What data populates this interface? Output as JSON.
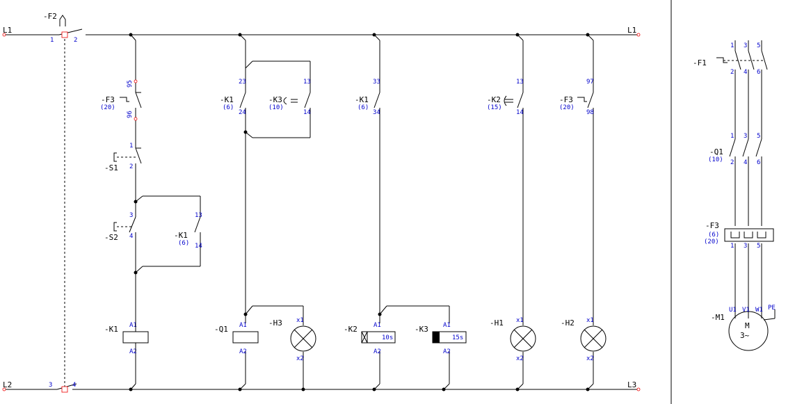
{
  "rails": {
    "l1_left": "L1",
    "l1_right": "L1",
    "l2_left": "L2",
    "l2_right": "L3"
  },
  "f2": {
    "tag": "-F2",
    "t1": "1",
    "t2": "2",
    "t3": "3",
    "t4": "4"
  },
  "col1": {
    "f3_tag": "-F3",
    "f3_ref": "(20)",
    "f3_t1": "95",
    "f3_t2": "96",
    "s1_tag": "-S1",
    "s1_t1": "1",
    "s1_t2": "2",
    "s2_tag": "-S2",
    "s2_t1": "3",
    "s2_t2": "4",
    "k1_tag": "-K1",
    "k1_ref": "(6)",
    "k1_t1": "13",
    "k1_t2": "14",
    "coil_tag": "-K1",
    "coil_a1": "A1",
    "coil_a2": "A2"
  },
  "col2": {
    "k1_tag": "-K1",
    "k1_ref": "(6)",
    "k1_t1": "23",
    "k1_t2": "24",
    "k3_tag": "-K3",
    "k3_ref": "(10)",
    "k3_t1": "13",
    "k3_t2": "14",
    "q1_tag": "-Q1",
    "q1_a1": "A1",
    "q1_a2": "A2",
    "h3_tag": "-H3",
    "h3_x1": "x1",
    "h3_x2": "x2"
  },
  "col3": {
    "k1_tag": "-K1",
    "k1_ref": "(6)",
    "k1_t1": "33",
    "k1_t2": "34",
    "k2_tag": "-K2",
    "k2_a1": "A1",
    "k2_a2": "A2",
    "k2_val": "10s",
    "k3_tag": "-K3",
    "k3_a1": "A1",
    "k3_a2": "A2",
    "k3_val": "15s"
  },
  "col4": {
    "k2_tag": "-K2",
    "k2_ref": "(15)",
    "k2_t1": "13",
    "k2_t2": "14",
    "h1_tag": "-H1",
    "h1_x1": "x1",
    "h1_x2": "x2"
  },
  "col5": {
    "f3_tag": "-F3",
    "f3_ref": "(20)",
    "f3_t1": "97",
    "f3_t2": "98",
    "h2_tag": "-H2",
    "h2_x1": "x1",
    "h2_x2": "x2"
  },
  "power": {
    "f1_tag": "-F1",
    "f1_top": [
      "1",
      "3",
      "5"
    ],
    "f1_bot": [
      "2",
      "4",
      "6"
    ],
    "q1_tag": "-Q1",
    "q1_ref": "(10)",
    "q1_top": [
      "1",
      "3",
      "5"
    ],
    "q1_bot": [
      "2",
      "4",
      "6"
    ],
    "f3_tag": "-F3",
    "f3_ref1": "(6)",
    "f3_ref2": "(20)",
    "f3_bot": [
      "1",
      "3",
      "5"
    ],
    "m1_tag": "-M1",
    "m1_terms": [
      "U1",
      "V1",
      "W1",
      "PE"
    ],
    "m1_line1": "M",
    "m1_line2": "3~"
  }
}
